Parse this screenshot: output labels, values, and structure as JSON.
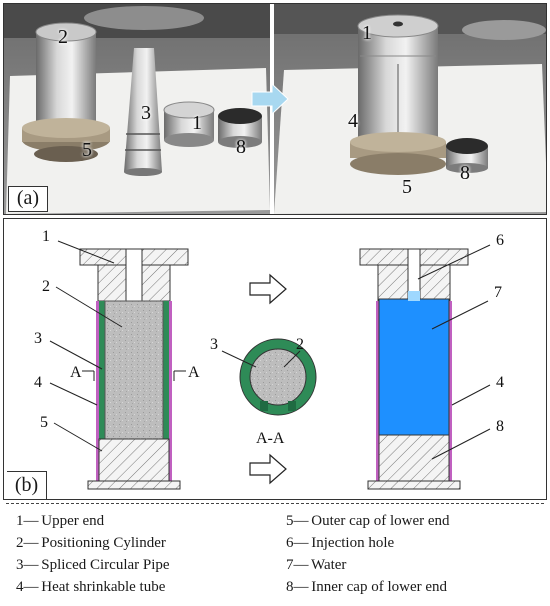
{
  "panels": {
    "a": {
      "label": "(a)"
    },
    "b": {
      "label": "(b)"
    }
  },
  "photo_labels": {
    "left": [
      "2",
      "5",
      "3",
      "1",
      "8"
    ],
    "right": [
      "1",
      "4",
      "5",
      "8"
    ]
  },
  "schematic": {
    "labels_left": [
      "1",
      "2",
      "3",
      "4",
      "5"
    ],
    "labels_right": [
      "6",
      "7",
      "4",
      "8"
    ],
    "section_marker": "A",
    "cross_section_numbers": [
      "3",
      "2"
    ],
    "cross_section_caption": "A-A"
  },
  "legend": [
    {
      "num": "1",
      "dash": "—",
      "text": "Upper end"
    },
    {
      "num": "2",
      "dash": "—",
      "text": "Positioning Cylinder"
    },
    {
      "num": "3",
      "dash": "—",
      "text": "Spliced Circular Pipe"
    },
    {
      "num": "4",
      "dash": "—",
      "text": "Heat shrinkable tube"
    },
    {
      "num": "5",
      "dash": "—",
      "text": "Outer cap of lower end"
    },
    {
      "num": "6",
      "dash": "—",
      "text": "Injection hole"
    },
    {
      "num": "7",
      "dash": "—",
      "text": "Water"
    },
    {
      "num": "8",
      "dash": "—",
      "text": "Inner cap of lower end"
    }
  ],
  "colors": {
    "green_pipe": "#2e8b57",
    "water_blue": "#1e90ff",
    "heat_shrink_tube": "#c060c0",
    "arrow_light_blue": "#a8d8f0"
  },
  "icons": [
    "hollow-right-arrow-icon",
    "light-blue-arrow-icon"
  ]
}
